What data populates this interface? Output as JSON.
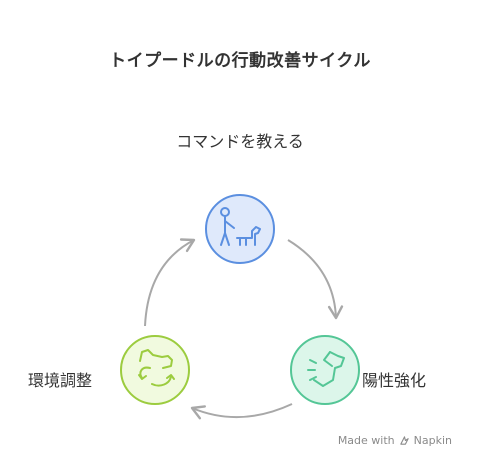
{
  "title": "トイプードルの行動改善サイクル",
  "steps": [
    {
      "label": "コマンドを教える",
      "icon": "person-training-dog-icon",
      "fill": "#dfe9fb",
      "stroke": "#5b8fe0"
    },
    {
      "label": "陽性強化",
      "icon": "dog-rewarded-icon",
      "fill": "#dcf6ea",
      "stroke": "#54c696"
    },
    {
      "label": "環境調整",
      "icon": "dog-with-cycle-arrows-icon",
      "fill": "#f1fadf",
      "stroke": "#9ccc3f"
    }
  ],
  "footer": {
    "made_with": "Made with",
    "brand": "Napkin"
  },
  "colors": {
    "arrow": "#a8a8a8",
    "title": "#333333"
  }
}
